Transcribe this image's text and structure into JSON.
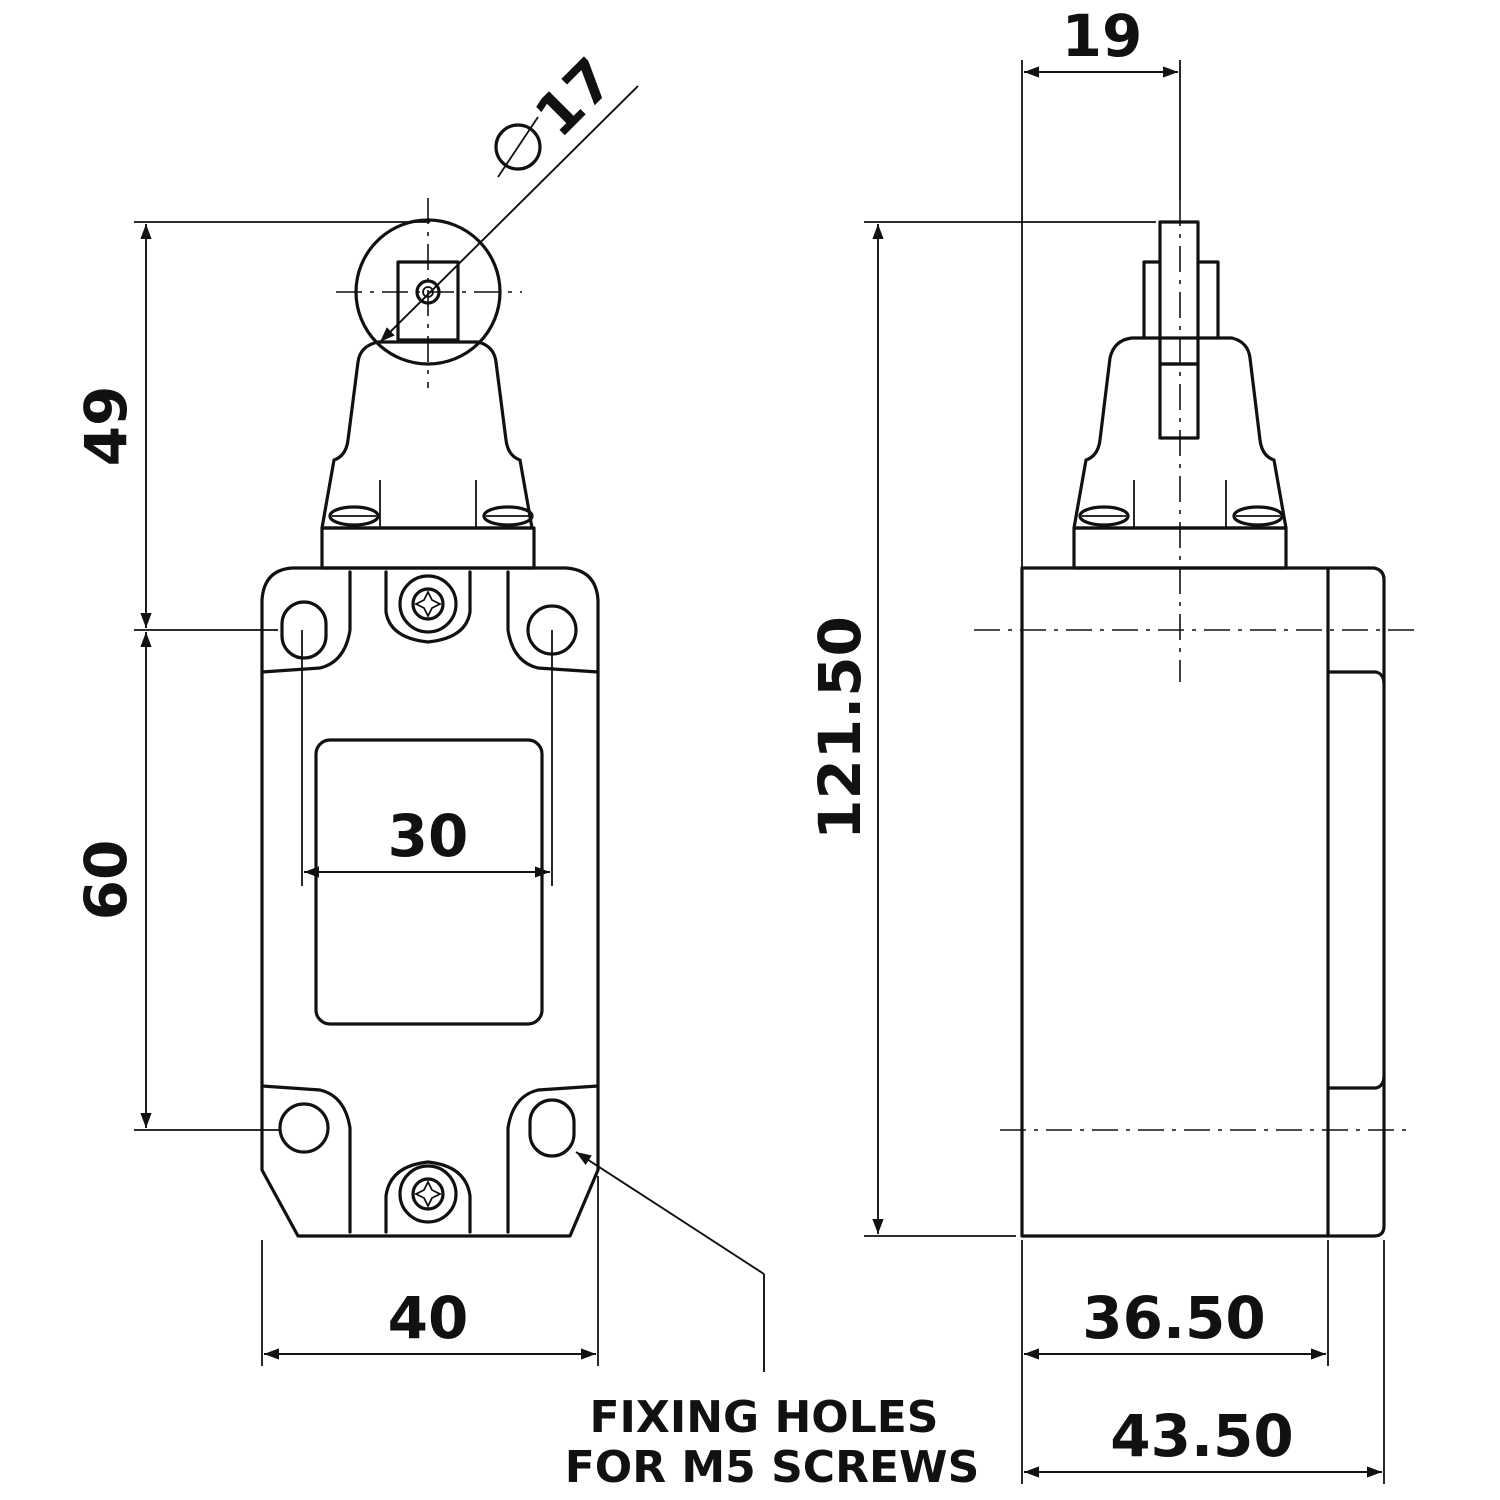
{
  "front_view": {
    "dim_roller_diameter": "17",
    "dim_actuator_height": "49",
    "dim_mounting_spacing_vertical": "60",
    "dim_mounting_spacing_horizontal": "30",
    "dim_body_width": "40"
  },
  "side_view": {
    "dim_actuator_width": "19",
    "dim_overall_height": "121.50",
    "dim_body_depth": "36.50",
    "dim_total_depth": "43.50"
  },
  "note": {
    "line1": "FIXING HOLES",
    "line2": "FOR M5 SCREWS"
  }
}
